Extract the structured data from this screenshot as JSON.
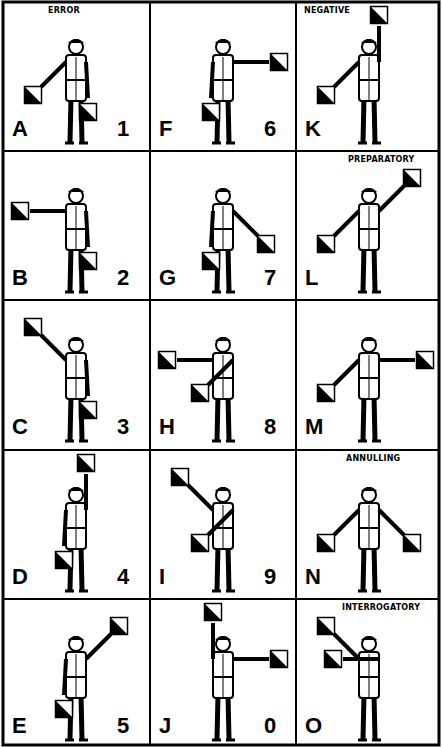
{
  "diagram": {
    "labels": [
      "ERROR",
      "A",
      "1",
      "F",
      "6",
      "NEGATIVE",
      "K",
      "B",
      "2",
      "G",
      "7",
      "PREPARATORY",
      "L",
      "C",
      "3",
      "H",
      "8",
      "M",
      "D",
      "4",
      "I",
      "9",
      "ANNULLING",
      "N",
      "E",
      "5",
      "J",
      "0",
      "INTERROGATORY",
      "O"
    ]
  }
}
